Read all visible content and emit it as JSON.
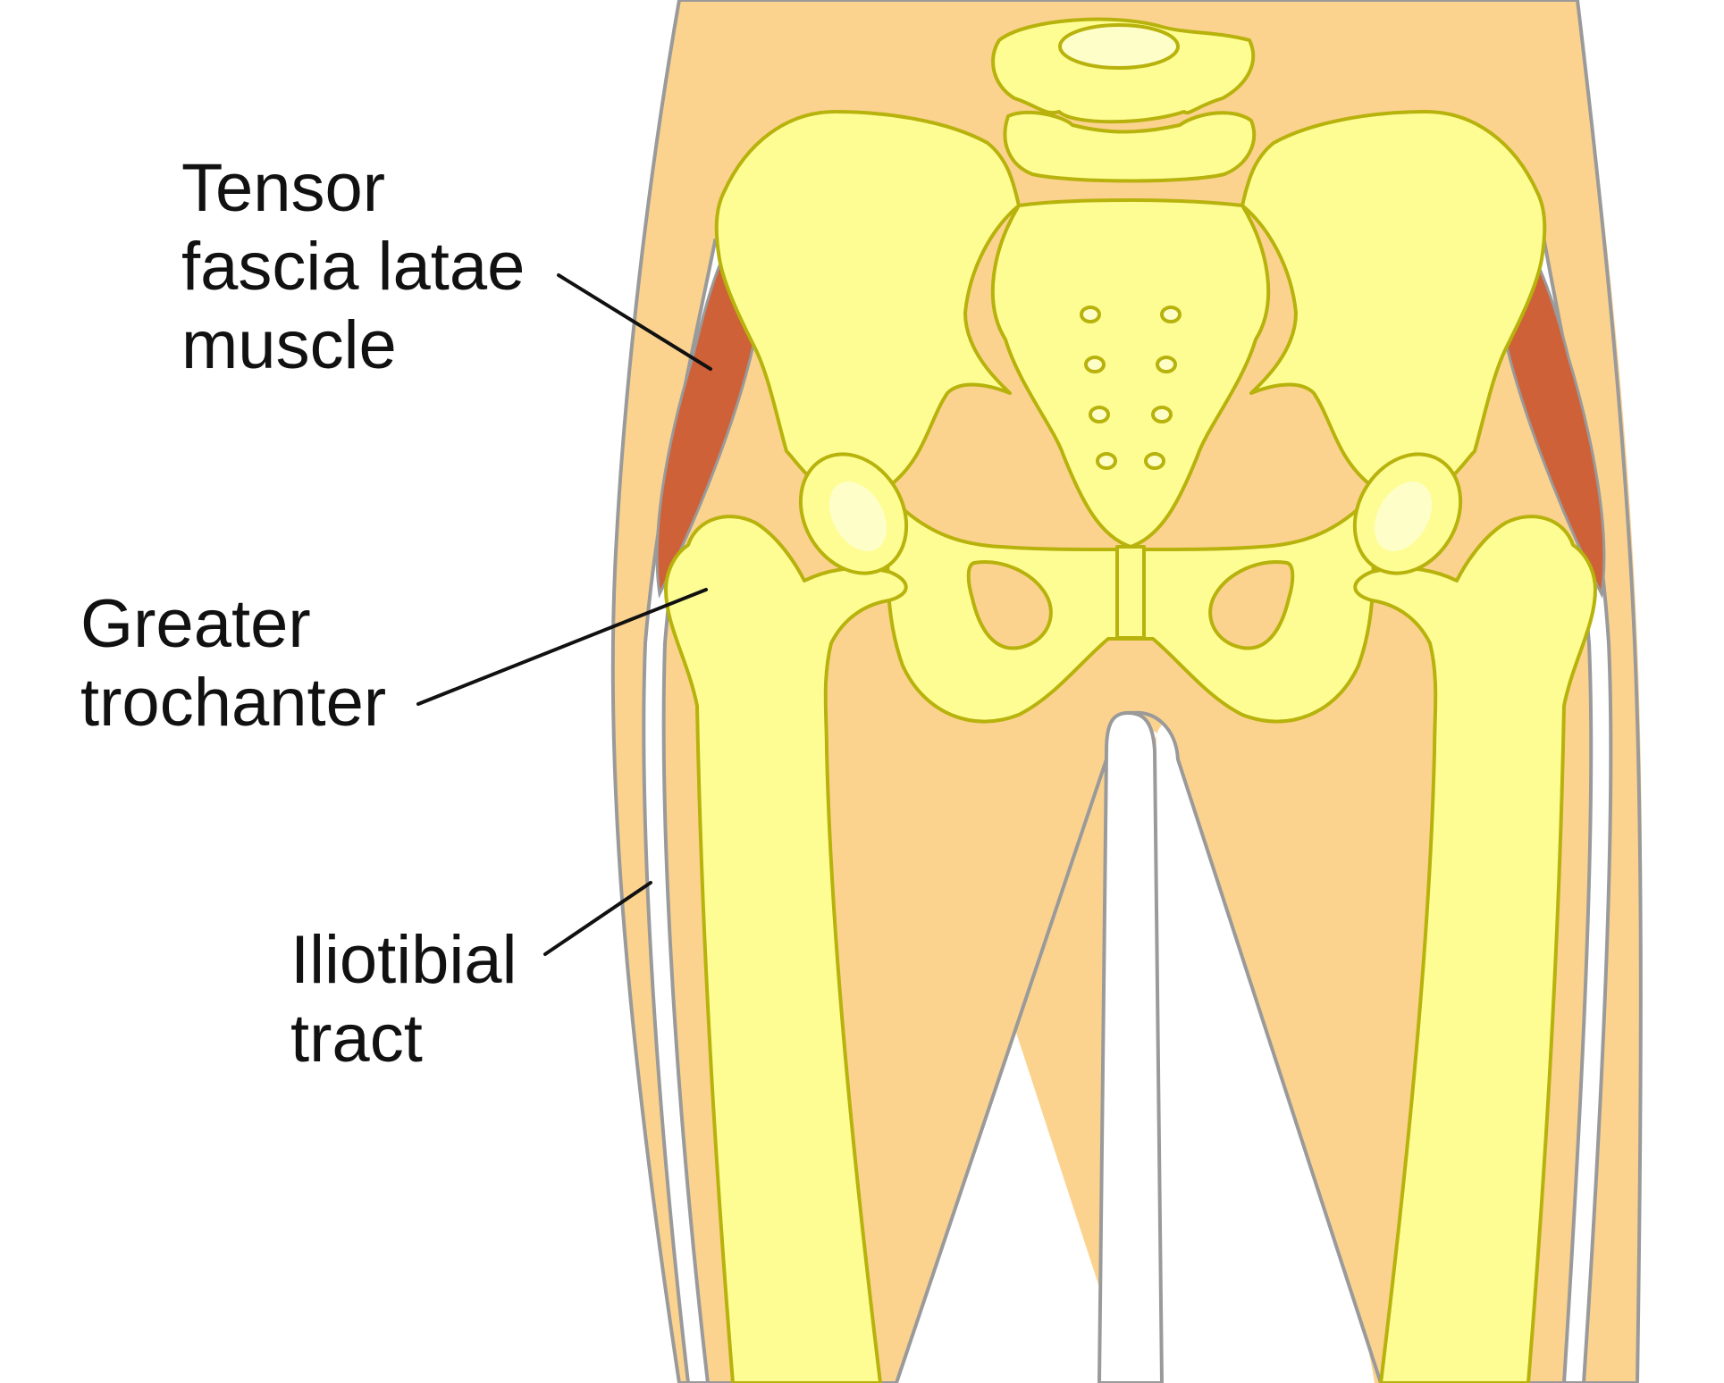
{
  "labels": {
    "tensor_line1": "Tensor",
    "tensor_line2": "fascia latae",
    "tensor_line3": "muscle",
    "greater_line1": "Greater",
    "greater_line2": "trochanter",
    "iliotibial_line1": "Iliotibial",
    "iliotibial_line2": "tract"
  },
  "colors": {
    "skin": "#fbd38f",
    "skin_outline": "#9a9a9a",
    "bone": "#fdfd94",
    "bone_highlight": "#fefec8",
    "bone_outline": "#b8b20c",
    "muscle": "#cf6138",
    "tract": "#ffffff",
    "leader_line": "#111111",
    "background": "#ffffff"
  }
}
